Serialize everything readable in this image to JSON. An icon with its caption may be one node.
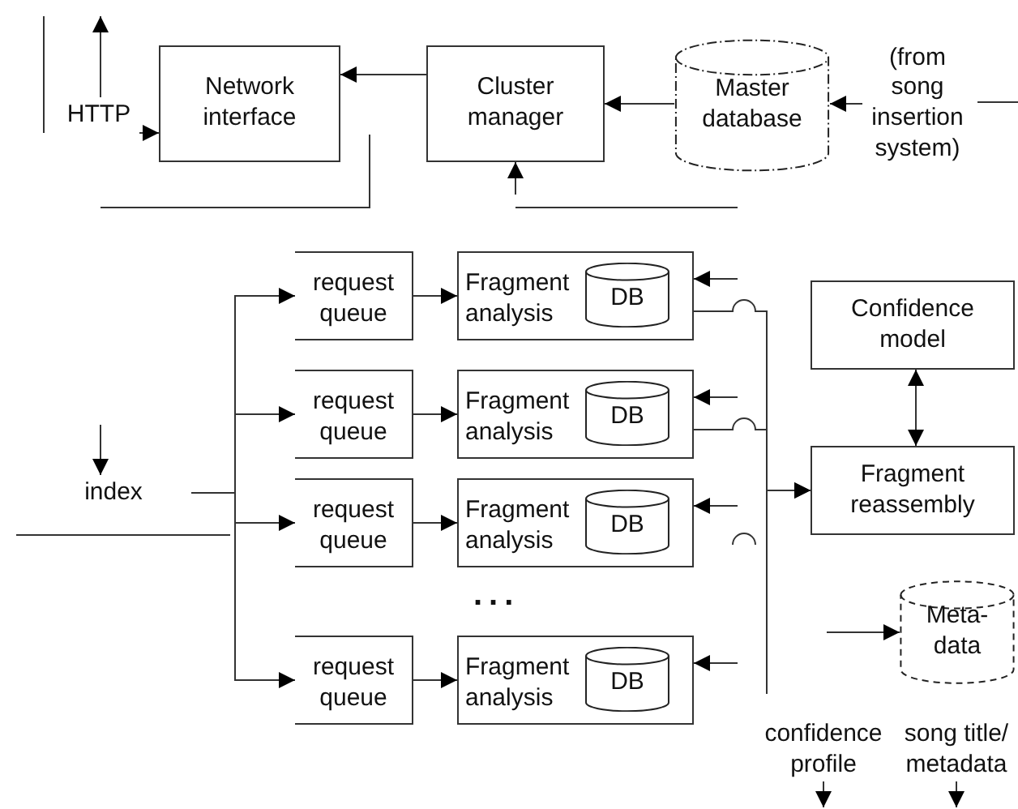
{
  "diagram": {
    "nodes": [
      {
        "text": [
          "Network interface"
        ]
      },
      {
        "text": [
          "Cluster manager"
        ]
      },
      {
        "text": [
          "Master database"
        ]
      },
      {
        "text": [
          "(from song insertion system)"
        ]
      },
      {
        "text": [
          "HTTP"
        ]
      },
      {
        "text": [
          "index"
        ]
      },
      {
        "text": [
          "request queue"
        ]
      },
      {
        "text": [
          "Fragment analysis"
        ]
      },
      {
        "text": [
          "DB"
        ],
        "in": 7
      },
      {
        "text": [
          "request queue"
        ]
      },
      {
        "text": [
          "Fragment analysis"
        ]
      },
      {
        "text": [
          "DB"
        ],
        "in": 10
      },
      {
        "text": [
          "request queue"
        ]
      },
      {
        "text": [
          "Fragment analysis"
        ]
      },
      {
        "text": [
          "DB"
        ],
        "in": 13
      },
      {
        "text": [
          "request queue"
        ]
      },
      {
        "text": [
          "Fragment analysis"
        ]
      },
      {
        "text": [
          "DB"
        ],
        "in": 16
      },
      {
        "text": [
          "Confidence model"
        ]
      },
      {
        "text": [
          "Fragment reassembly"
        ]
      },
      {
        "text": [
          "Meta-data"
        ]
      },
      {
        "text": [
          "confidence profile"
        ]
      },
      {
        "text": [
          "song title/ metadata"
        ]
      }
    ],
    "edges": [
      {
        "from": 1,
        "to": 0,
        "arrow": "to"
      },
      {
        "from": 2,
        "to": 1,
        "arrow": "to"
      },
      {
        "from": 3,
        "to": 2,
        "arrow": "to"
      },
      {
        "from": 4,
        "to": 0,
        "arrow": "to"
      },
      {
        "from": 4,
        "to": null,
        "arrow": "to"
      },
      {
        "from": null,
        "to": 1,
        "arrow": "to"
      },
      {
        "from": null,
        "to": 5,
        "arrow": "to"
      },
      {
        "from": 5,
        "to": 6,
        "arrow": "to"
      },
      {
        "from": 5,
        "to": 9,
        "arrow": "to"
      },
      {
        "from": 5,
        "to": 12,
        "arrow": "to"
      },
      {
        "from": 5,
        "to": 15,
        "arrow": "to"
      },
      {
        "from": 6,
        "to": 7,
        "arrow": "to"
      },
      {
        "from": 9,
        "to": 10,
        "arrow": "to"
      },
      {
        "from": 12,
        "to": 13,
        "arrow": "to"
      },
      {
        "from": 15,
        "to": 16,
        "arrow": "to"
      },
      {
        "from": null,
        "to": 7,
        "arrow": "to"
      },
      {
        "from": null,
        "to": 10,
        "arrow": "to"
      },
      {
        "from": null,
        "to": 13,
        "arrow": "to"
      },
      {
        "from": null,
        "to": 16,
        "arrow": "to"
      },
      {
        "from": 7,
        "to": 19,
        "arrow": "to"
      },
      {
        "from": 10,
        "to": 19,
        "arrow": "to"
      },
      {
        "from": 18,
        "to": 19,
        "arrow": "both"
      },
      {
        "from": null,
        "to": 20,
        "arrow": "to"
      },
      {
        "from": 21,
        "to": null,
        "arrow": "to"
      },
      {
        "from": 22,
        "to": null,
        "arrow": "to"
      }
    ],
    "labels": [
      "..."
    ]
  }
}
